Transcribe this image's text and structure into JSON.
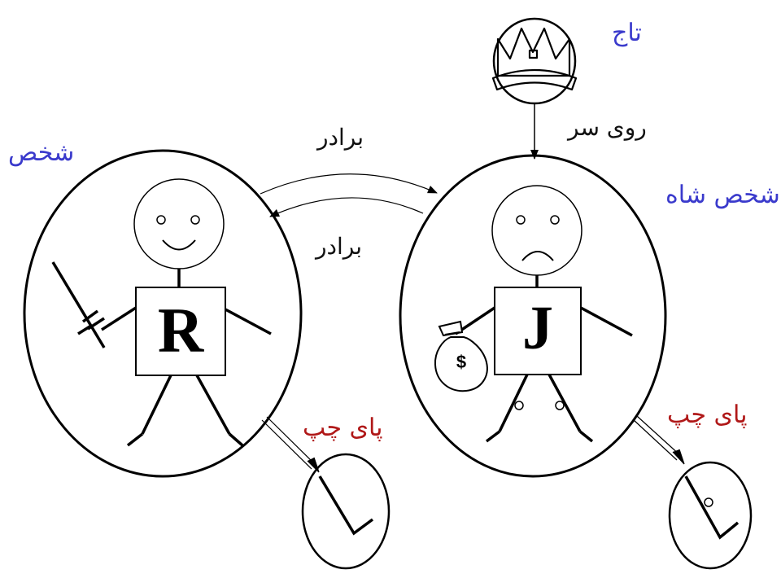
{
  "labels": {
    "crown": "تاج",
    "on_head": "روی سر",
    "person": "شخص",
    "king_person": "شخص شاه",
    "brother_top": "برادر",
    "brother_bottom": "برادر",
    "left_leg_1": "پای چپ",
    "left_leg_2": "پای چپ"
  },
  "figures": {
    "richard_letter": "R",
    "john_letter": "J",
    "money_symbol": "$"
  },
  "colors": {
    "class_label": "#3a3acc",
    "leg_label": "#b01818",
    "relation_label": "#111111",
    "stroke": "#000000"
  },
  "icons": [
    "crown-icon",
    "sword-icon",
    "money-bag-icon",
    "smiley-face-icon",
    "frown-face-icon"
  ]
}
